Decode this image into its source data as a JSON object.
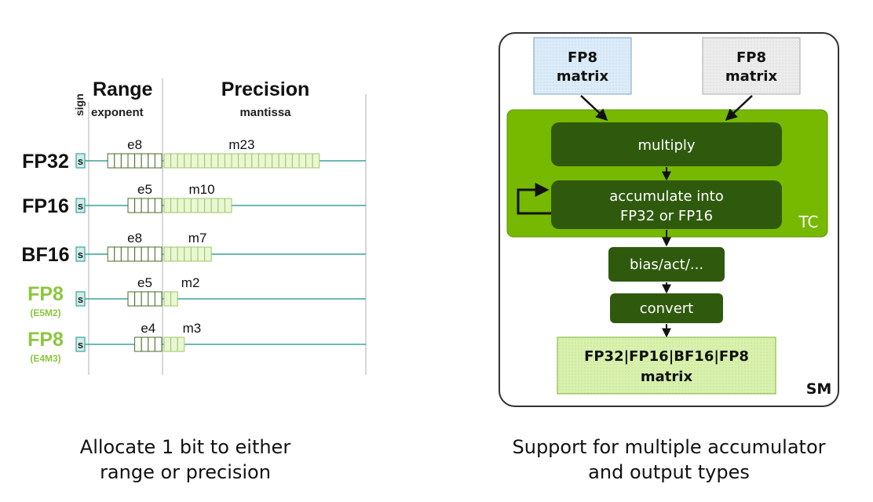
{
  "left_panel": {
    "sign_label": "sign",
    "range_label": "Range",
    "range_sub": "exponent",
    "precision_label": "Precision",
    "precision_sub": "mantissa",
    "formats": [
      {
        "name": "FP32",
        "sub": "",
        "sign": "s",
        "exp_label": "e8",
        "exp_bits": 8,
        "man_label": "m23",
        "man_bits": 23,
        "color": "#111111"
      },
      {
        "name": "FP16",
        "sub": "",
        "sign": "s",
        "exp_label": "e5",
        "exp_bits": 5,
        "man_label": "m10",
        "man_bits": 10,
        "color": "#111111"
      },
      {
        "name": "BF16",
        "sub": "",
        "sign": "s",
        "exp_label": "e8",
        "exp_bits": 8,
        "man_label": "m7",
        "man_bits": 7,
        "color": "#111111"
      },
      {
        "name": "FP8",
        "sub": "(E5M2)",
        "sign": "s",
        "exp_label": "e5",
        "exp_bits": 5,
        "man_label": "m2",
        "man_bits": 2,
        "color": "#8cc63f"
      },
      {
        "name": "FP8",
        "sub": "(E4M3)",
        "sign": "s",
        "exp_label": "e4",
        "exp_bits": 4,
        "man_label": "m3",
        "man_bits": 3,
        "color": "#8cc63f"
      }
    ],
    "caption_line1": "Allocate 1 bit to either",
    "caption_line2": "range or precision"
  },
  "right_panel": {
    "input_a_line1": "FP8",
    "input_a_line2": "matrix",
    "input_b_line1": "FP8",
    "input_b_line2": "matrix",
    "multiply_label": "multiply",
    "accumulate_line1": "accumulate into",
    "accumulate_line2": "FP32 or FP16",
    "tc_label": "TC",
    "bias_label": "bias/act/...",
    "convert_label": "convert",
    "output_line1": "FP32|FP16|BF16|FP8",
    "output_line2": "matrix",
    "sm_label": "SM",
    "caption_line1": "Support for multiple accumulator",
    "caption_line2": "and output types"
  },
  "colors": {
    "fp8_accent": "#8cc63f",
    "tc_green": "#76b900",
    "dark_box": "#2f5a0e",
    "bit_fill": "#eaf7d2",
    "bit_stroke": "#4a6b2a",
    "teal_line": "#3aa39a",
    "input_blue": "#dcecf8",
    "input_grey": "#ececec",
    "output_fill": "#d8f2a8"
  }
}
